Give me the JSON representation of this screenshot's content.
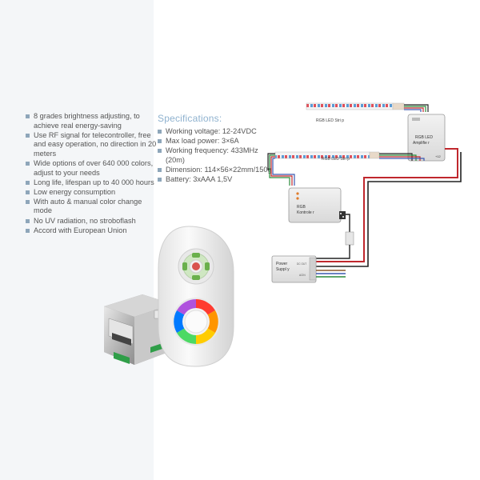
{
  "features": [
    "8 grades brightness adjusting, to achieve real energy-saving",
    "Use RF signal for telecontroller, free and easy operation, no direction in 20 meters",
    "Wide options of over 640 000 colors, adjust to your needs",
    "Long life, lifespan up to 40 000 hours",
    "Low energy consumption",
    "With auto & manual color change mode",
    "No UV radiation, no stroboflash",
    "Accord with European Union"
  ],
  "specifications": {
    "title": "Specifications:",
    "items": [
      "Working voltage: 12-24VDC",
      "Max load power: 3×6A",
      "Working frequency: 433MHz (20m)",
      "Dimension: 114×56×22mm/150g",
      "Battery: 3xAAA 1,5V"
    ]
  },
  "diagram": {
    "strip_label_top": "RGB LED Stri    p",
    "strip_label_bottom": "RGB LED Stri    p",
    "amplifier_label_1": "RGB LED",
    "amplifier_label_2": "Amplifie r",
    "amplifier_voltage": "+12",
    "controller_label_1": "RGB",
    "controller_label_2": "Kontrole r",
    "power_label_1": "Power",
    "power_label_2": "Suppl y",
    "power_terminal_1": "DC OUT",
    "power_terminal_2": "ACIN"
  },
  "colors": {
    "accent_title": "#8fb2cf",
    "bullet": "#8ea6ba",
    "wire_red": "#c0272d",
    "wire_black": "#222222",
    "side_panel": "#f4f6f8"
  }
}
